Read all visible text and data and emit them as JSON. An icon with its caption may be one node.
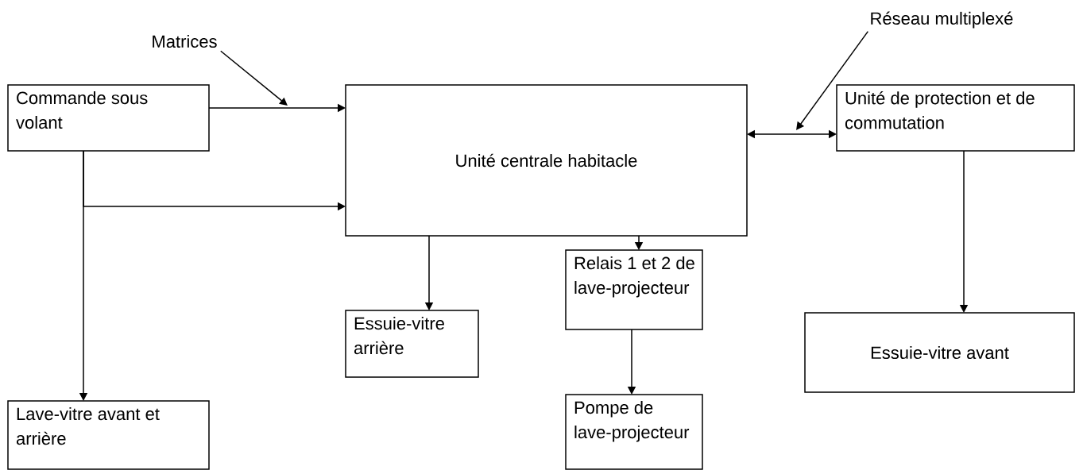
{
  "diagram": {
    "nodes": [
      {
        "text": [
          "Matrices"
        ]
      },
      {
        "text": [
          "Réseau multiplexé"
        ]
      },
      {
        "text": [
          "Commande sous volant"
        ]
      },
      {
        "text": [
          "Unité centrale habitacle"
        ]
      },
      {
        "text": [
          "Unité de protection et de commutation"
        ]
      },
      {
        "text": [
          "Relais 1 et 2 de lave-projecteur"
        ]
      },
      {
        "text": [
          "Essuie-vitre arrière"
        ]
      },
      {
        "text": [
          "Essuie-vitre avant"
        ]
      },
      {
        "text": [
          "Lave-vitre avant et arrière"
        ]
      },
      {
        "text": [
          "Pompe de lave-projecteur"
        ]
      }
    ],
    "edges": [
      {
        "from": 0,
        "to": null,
        "arrow": "to"
      },
      {
        "from": 1,
        "to": null,
        "arrow": "to"
      },
      {
        "from": 2,
        "to": 3,
        "arrow": "to"
      },
      {
        "from": 2,
        "to": 3,
        "arrow": "to"
      },
      {
        "from": 2,
        "to": 8,
        "arrow": "to"
      },
      {
        "from": 3,
        "to": 4,
        "arrow": "both"
      },
      {
        "from": 3,
        "to": 6,
        "arrow": "to"
      },
      {
        "from": 3,
        "to": 5,
        "arrow": "to"
      },
      {
        "from": 5,
        "to": 9,
        "arrow": "to"
      },
      {
        "from": 4,
        "to": 7,
        "arrow": "to"
      }
    ]
  }
}
